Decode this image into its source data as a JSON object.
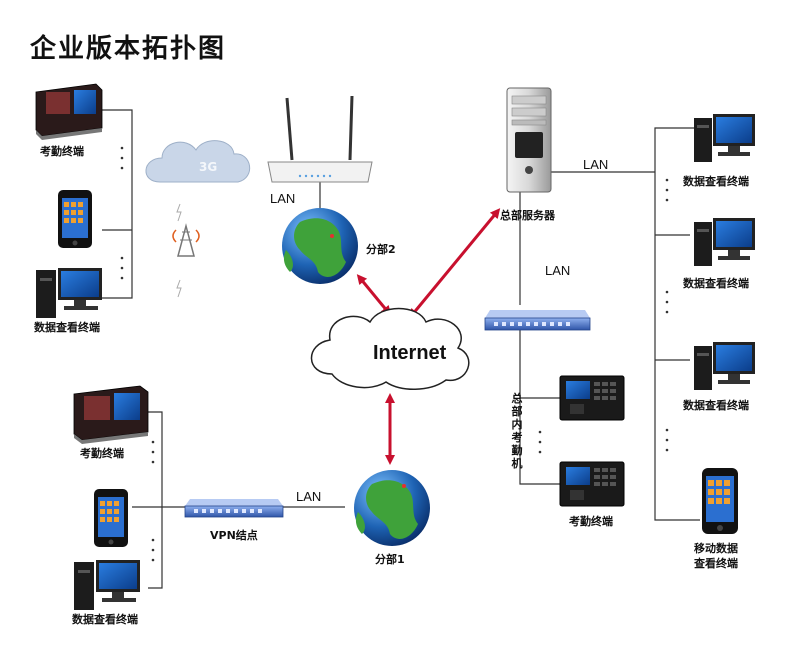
{
  "title": "企业版本拓扑图",
  "internet_label": "Internet",
  "cloud_3g_label": "3G",
  "lan_label": "LAN",
  "branch1_label": "分部1",
  "branch2_label": "分部2",
  "hq_server_label": "总部服务器",
  "vpn_node_label": "VPN结点",
  "attendance_terminal_label": "考勤终端",
  "data_view_terminal_label": "数据查看终端",
  "hq_attendance_label": "总部内考勤机",
  "mobile_view_terminal_label": "移动数据查看终端",
  "mobile_view_line1": "移动数据",
  "mobile_view_line2": "查看终端",
  "colors": {
    "arrow": "#c8102e",
    "line": "#333333",
    "globe_ocean": "#1e63b4",
    "globe_land": "#3fa23a",
    "switch_blue": "#3a62b8"
  }
}
